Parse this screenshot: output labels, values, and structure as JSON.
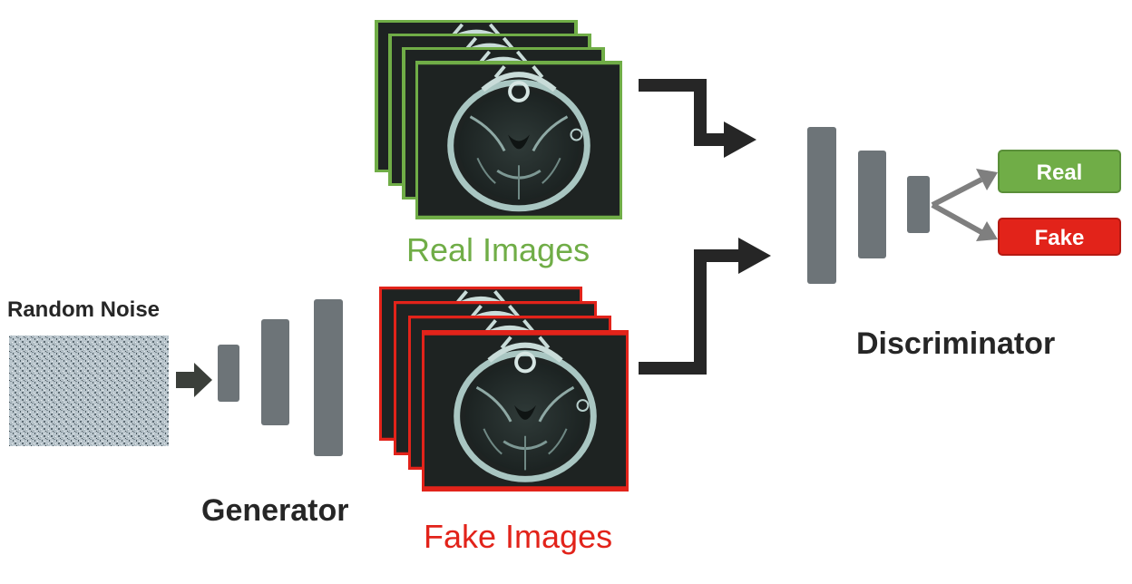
{
  "labels": {
    "random_noise": "Random Noise",
    "generator": "Generator",
    "discriminator": "Discriminator",
    "real_images": "Real Images",
    "fake_images": "Fake Images",
    "output_real": "Real",
    "output_fake": "Fake"
  },
  "colors": {
    "real": "#70AD47",
    "fake": "#E2231A",
    "layer": "#6D7478",
    "arrow_dark": "#262626",
    "arrow_gray": "#7F7F7F",
    "text_dark": "#262626"
  }
}
